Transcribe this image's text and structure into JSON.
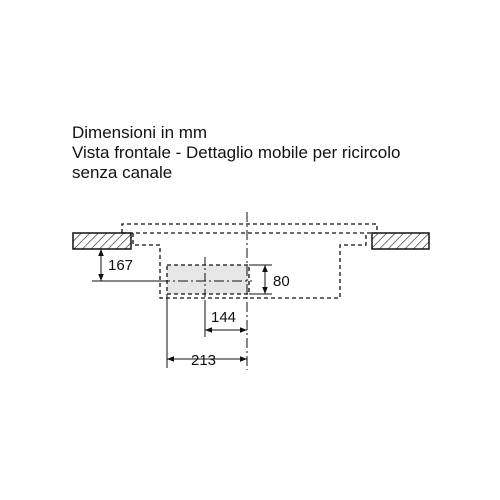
{
  "caption": {
    "line1": "Dimensioni in mm",
    "line2": "Vista frontale - Dettaglio mobile per ricircolo",
    "line3": "senza canale"
  },
  "dimensions": {
    "height_left": "167",
    "height_filter": "80",
    "width_inner": "144",
    "width_outer": "213"
  },
  "colors": {
    "line": "#111111",
    "filter_fill": "#e6e6e6",
    "background": "#ffffff"
  }
}
